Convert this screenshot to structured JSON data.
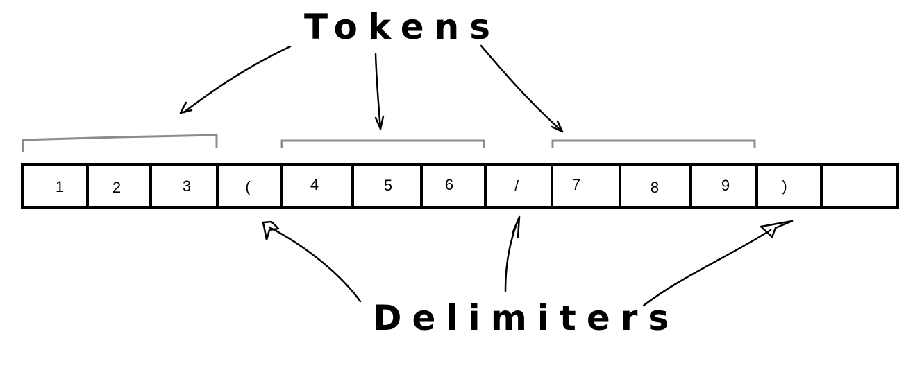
{
  "labels": {
    "tokens": "Tokens",
    "delimiters": "Delimiters"
  },
  "cells": [
    {
      "text": "1",
      "role": "token"
    },
    {
      "text": "2",
      "role": "token"
    },
    {
      "text": "3",
      "role": "token"
    },
    {
      "text": "(",
      "role": "delimiter"
    },
    {
      "text": "4",
      "role": "token"
    },
    {
      "text": "5",
      "role": "token"
    },
    {
      "text": "6",
      "role": "token"
    },
    {
      "text": "/",
      "role": "delimiter"
    },
    {
      "text": "7",
      "role": "token"
    },
    {
      "text": "8",
      "role": "token"
    },
    {
      "text": "9",
      "role": "token"
    },
    {
      "text": ")",
      "role": "delimiter"
    },
    {
      "text": "",
      "role": "empty"
    }
  ],
  "colors": {
    "ink": "#000000",
    "bracket": "#8c8c8c",
    "background": "#ffffff"
  }
}
